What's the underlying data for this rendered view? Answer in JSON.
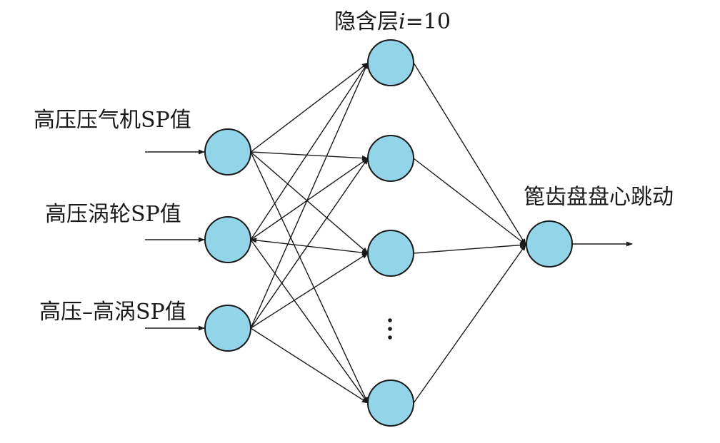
{
  "diagram": {
    "hidden_layer_label": {
      "prefix": "隐含层",
      "var": "i",
      "suffix": "=10"
    },
    "inputs": [
      {
        "label": "高压压气机SP值"
      },
      {
        "label": "高压涡轮SP值"
      },
      {
        "label": "高压–高涡SP值"
      }
    ],
    "output": {
      "label": "篦齿盘盘心跳动"
    },
    "colors": {
      "node_fill": "#93d5e8",
      "line": "#1a1a1a"
    }
  }
}
